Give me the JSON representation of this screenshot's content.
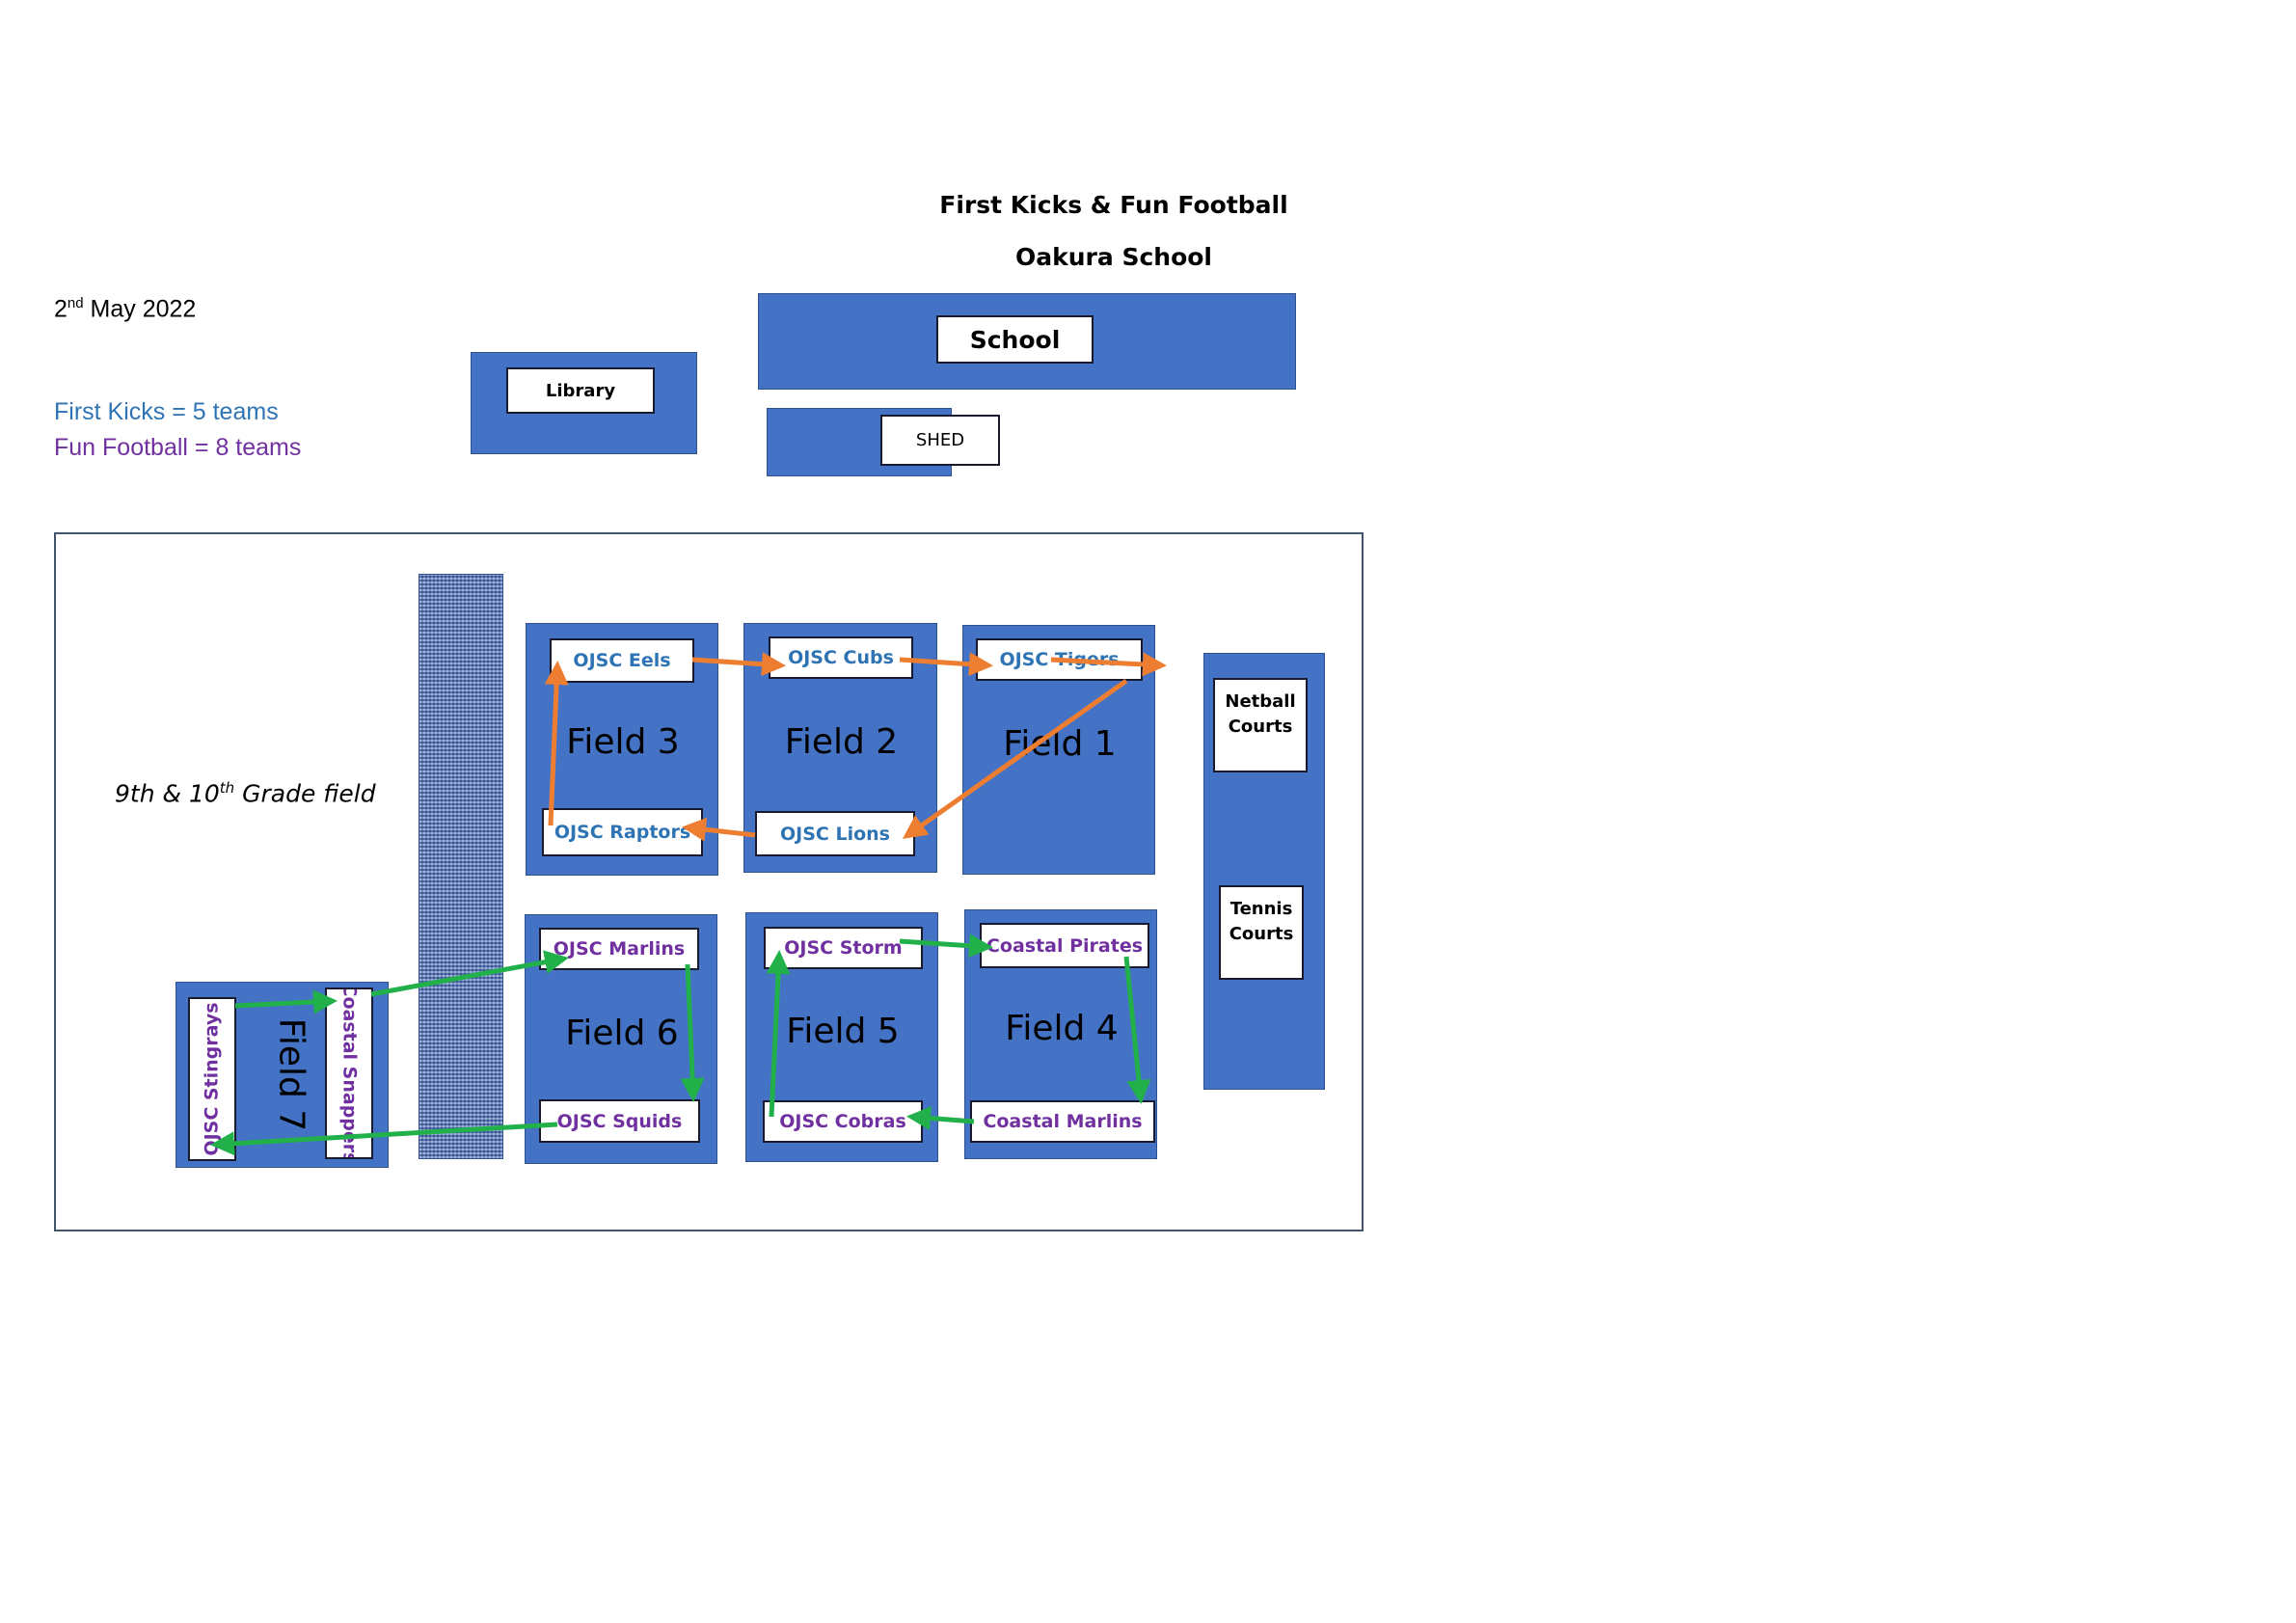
{
  "header": {
    "title": "First Kicks & Fun Football",
    "subtitle": "Oakura School"
  },
  "date": {
    "day": "2",
    "suffix": "nd",
    "rest": " May 2022"
  },
  "legend": {
    "first_kicks": "First Kicks = 5 teams",
    "fun_football": "Fun Football = 8 teams"
  },
  "colors": {
    "building_fill": "#4472C4",
    "first_kicks_text": "#2E74B5",
    "fun_football_text": "#7030A0",
    "first_kicks_arrow": "#ED7D31",
    "fun_football_arrow": "#22B04B"
  },
  "buildings": {
    "library": "Library",
    "school": "School",
    "shed": "SHED",
    "netball": "Netball Courts",
    "tennis": "Tennis Courts"
  },
  "grade_field": {
    "text": "9th & 10",
    "sup": "th",
    "rest": " Grade field"
  },
  "fields": [
    {
      "name": "Field 1",
      "group": "First Kicks",
      "teams": [
        "OJSC Tigers"
      ]
    },
    {
      "name": "Field 2",
      "group": "First Kicks",
      "teams": [
        "OJSC Cubs",
        "OJSC Lions"
      ]
    },
    {
      "name": "Field 3",
      "group": "First Kicks",
      "teams": [
        "OJSC Eels",
        "OJSC Raptors"
      ]
    },
    {
      "name": "Field 4",
      "group": "Fun Football",
      "teams": [
        "Coastal Pirates",
        "Coastal Marlins"
      ]
    },
    {
      "name": "Field 5",
      "group": "Fun Football",
      "teams": [
        "OJSC Storm",
        "OJSC Cobras"
      ]
    },
    {
      "name": "Field 6",
      "group": "Fun Football",
      "teams": [
        "OJSC Marlins",
        "OJSC Squids"
      ]
    },
    {
      "name": "Field 7",
      "group": "Fun Football",
      "teams": [
        "OJSC Stingrays",
        "Coastal Snappers"
      ]
    }
  ],
  "rotation": {
    "first_kicks": [
      "OJSC Raptors",
      "OJSC Eels",
      "OJSC Cubs",
      "OJSC Tigers",
      "OJSC Lions",
      "OJSC Raptors"
    ],
    "fun_football": [
      "OJSC Stingrays",
      "Coastal Snappers",
      "OJSC Marlins",
      "OJSC Squids",
      "OJSC Stingrays",
      "OJSC Cobras",
      "OJSC Storm",
      "Coastal Pirates",
      "Coastal Marlins",
      "OJSC Cobras"
    ]
  }
}
